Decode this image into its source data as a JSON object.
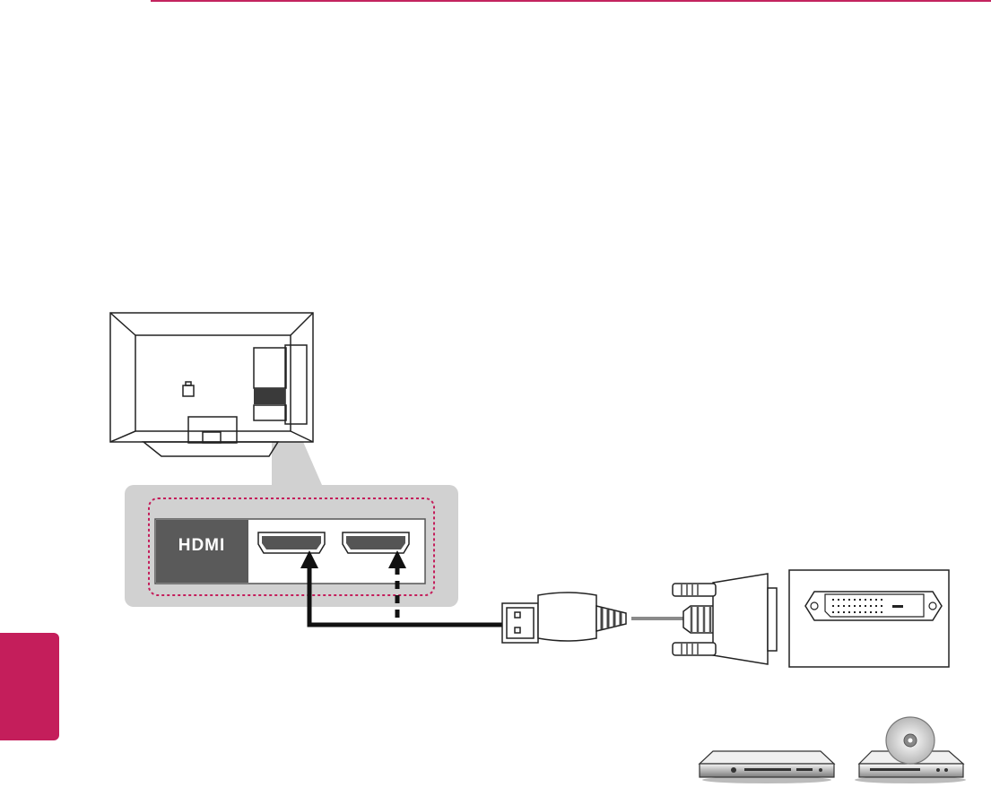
{
  "hdmi_panel": {
    "logo_text": "HDMI"
  },
  "colors": {
    "accent": "#c41e5b",
    "rule": "#c3245f",
    "panel_gray": "#d1d1d1",
    "logo_bg": "#5a5a5a"
  },
  "icons": [
    "tv-back-outline",
    "hdmi-port",
    "dvi-connector",
    "set-top-box",
    "dvd-player"
  ]
}
